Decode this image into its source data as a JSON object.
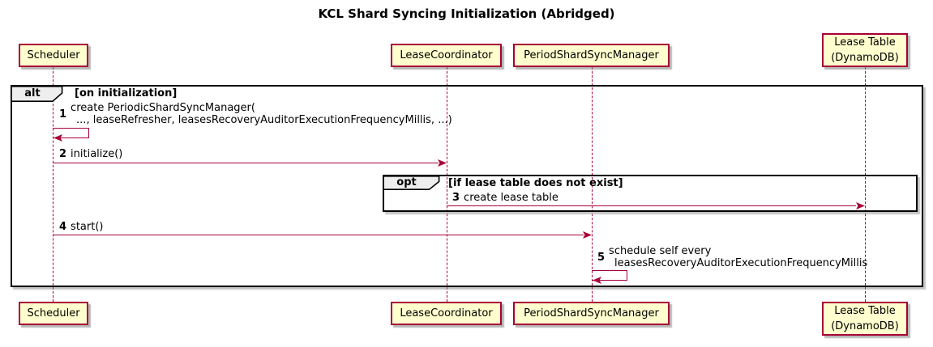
{
  "title": "KCL Shard Syncing Initialization (Abridged)",
  "participants": [
    {
      "name": "Scheduler",
      "label_lines": [
        "Scheduler"
      ]
    },
    {
      "name": "LeaseCoordinator",
      "label_lines": [
        "LeaseCoordinator"
      ]
    },
    {
      "name": "PeriodShardSyncManager",
      "label_lines": [
        "PeriodShardSyncManager"
      ]
    },
    {
      "name": "Lease Table (DynamoDB)",
      "label_lines": [
        "Lease Table",
        "(DynamoDB)"
      ]
    }
  ],
  "frames": {
    "alt": {
      "operator": "alt",
      "guard": "[on initialization]"
    },
    "opt": {
      "operator": "opt",
      "guard": "[if lease table does not exist]"
    }
  },
  "messages": [
    {
      "num": "1",
      "lines": [
        "create PeriodicShardSyncManager(",
        "..., leaseRefresher, leasesRecoveryAuditorExecutionFrequencyMillis, ...)"
      ]
    },
    {
      "num": "2",
      "lines": [
        "initialize()"
      ]
    },
    {
      "num": "3",
      "lines": [
        "create lease table"
      ]
    },
    {
      "num": "4",
      "lines": [
        "start()"
      ]
    },
    {
      "num": "5",
      "lines": [
        "schedule self every",
        "leasesRecoveryAuditorExecutionFrequencyMillis"
      ]
    }
  ],
  "colors": {
    "participant_fill": "#FEFECE",
    "participant_border": "#A80036",
    "lifeline": "#A80036",
    "arrow": "#A80036",
    "frame_border": "#000000",
    "operator_fill": "#EEEEEE",
    "background": "#FFFFFF"
  }
}
